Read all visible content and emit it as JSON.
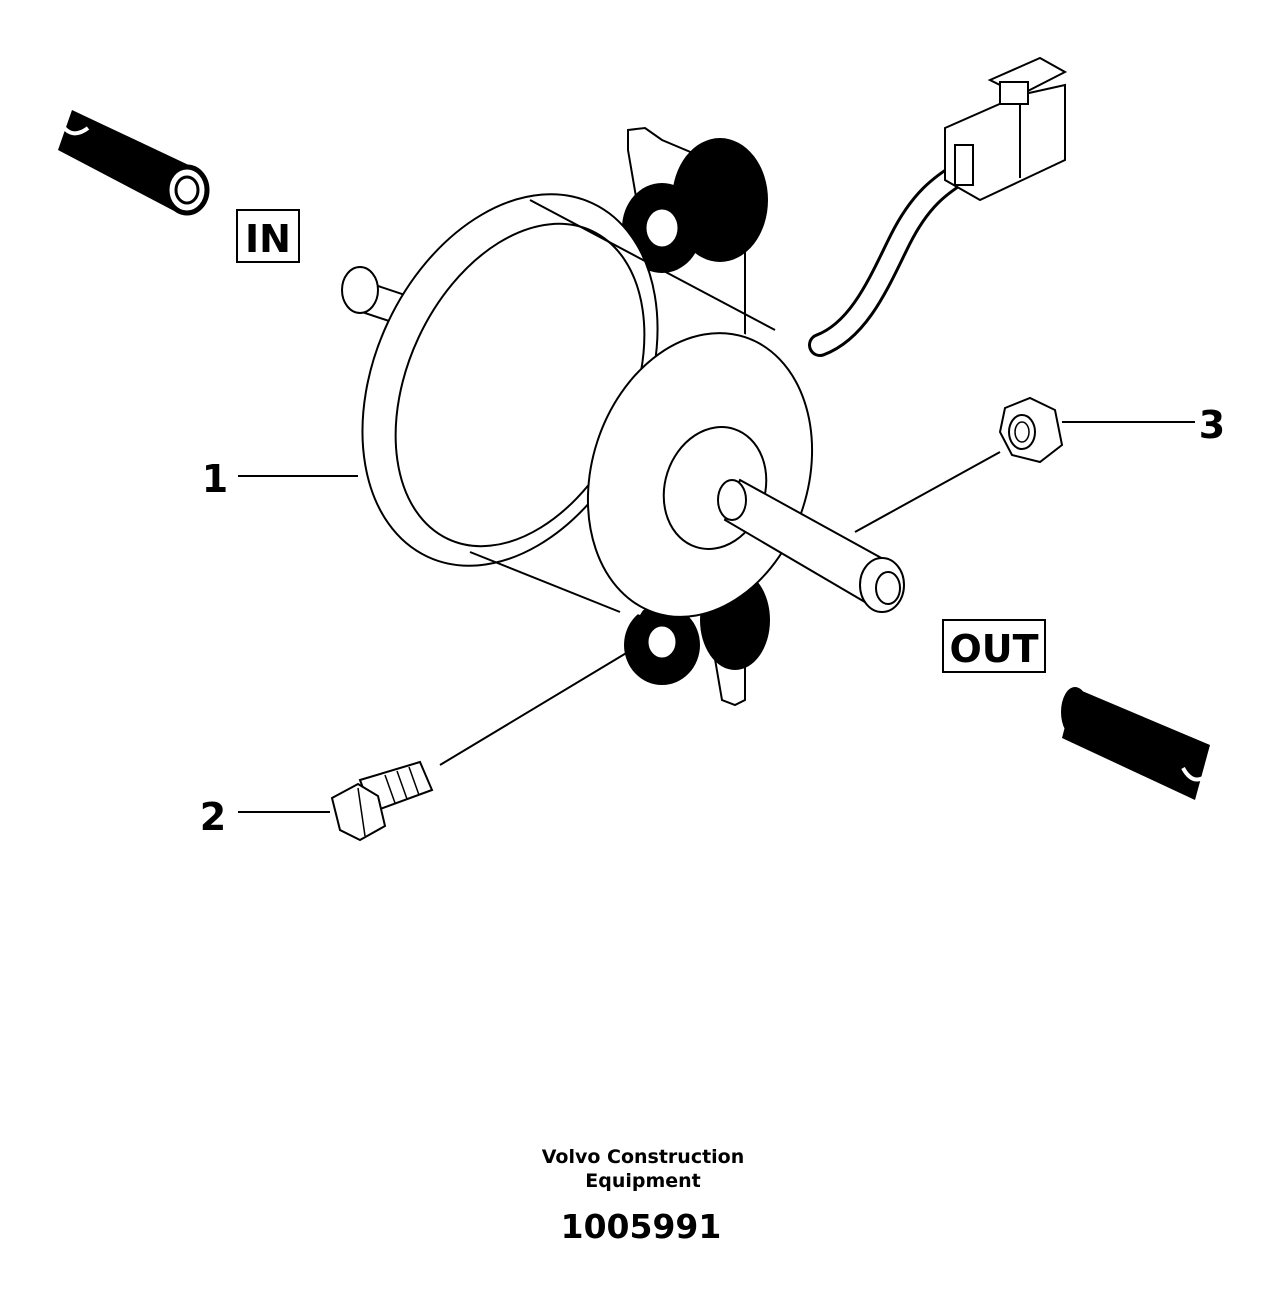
{
  "labels": {
    "in": "IN",
    "out": "OUT"
  },
  "callouts": {
    "part1": "1",
    "part2": "2",
    "part3": "3"
  },
  "footer": {
    "company_line1": "Volvo Construction",
    "company_line2": "Equipment",
    "figure_number": "1005991"
  }
}
